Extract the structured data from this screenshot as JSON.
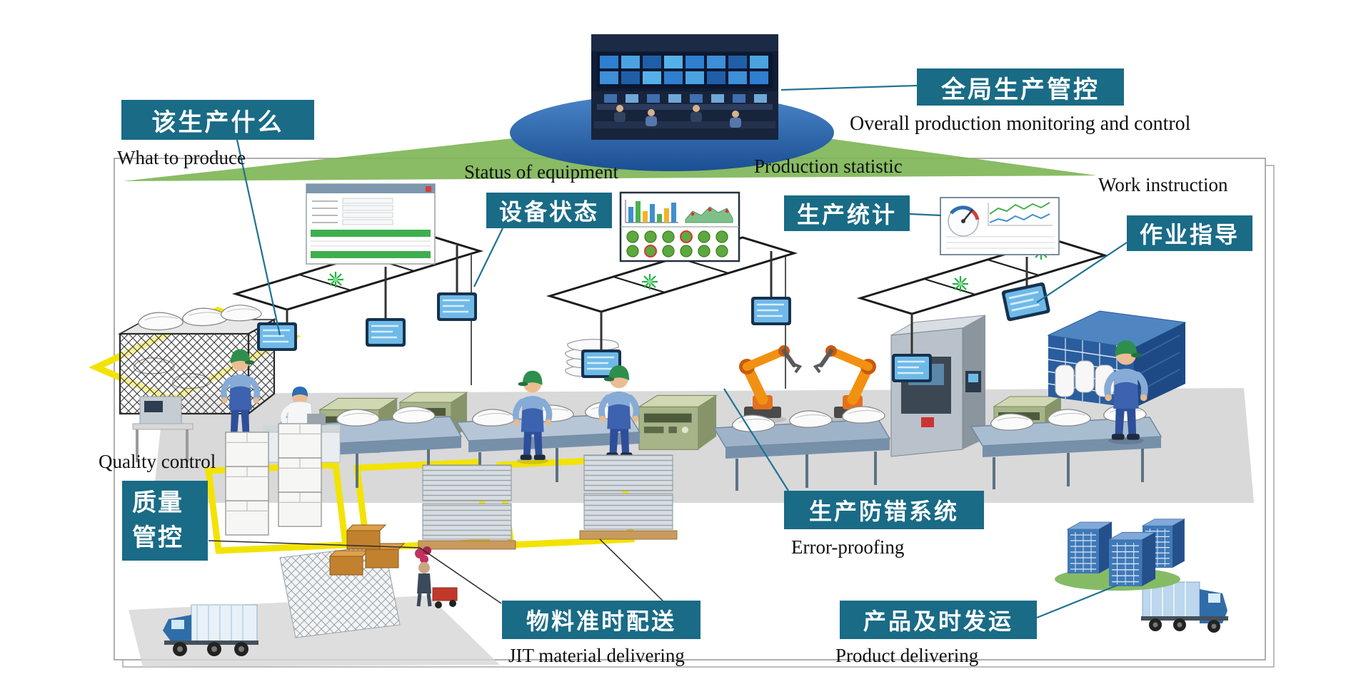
{
  "labels": {
    "what_to_produce": {
      "zh": "该生产什么",
      "en": "What to produce"
    },
    "overall_control": {
      "zh": "全局生产管控",
      "en": "Overall production monitoring and control"
    },
    "equipment_status": {
      "zh": "设备状态",
      "en": "Status of equipment"
    },
    "production_statistic": {
      "zh": "生产统计",
      "en": "Production statistic"
    },
    "work_instruction": {
      "zh": "作业指导",
      "en": "Work instruction"
    },
    "quality_control": {
      "zh1": "质量",
      "zh2": "管控",
      "en": "Quality control"
    },
    "error_proofing": {
      "zh": "生产防错系统",
      "en": "Error-proofing"
    },
    "jit_material": {
      "zh": "物料准时配送",
      "en": "JIT material delivering"
    },
    "product_delivering": {
      "zh": "产品及时发运",
      "en": "Product delivering"
    }
  },
  "colors": {
    "label_background": "#196b86",
    "label_text": "#ffffff",
    "callout_line": "#1f7292",
    "beam_green": "#7cb553",
    "hub_blue": "#2f6db5",
    "lane_yellow": "#f3e304",
    "robot_orange": "#f29111",
    "worker_blue": "#3c62b0"
  }
}
